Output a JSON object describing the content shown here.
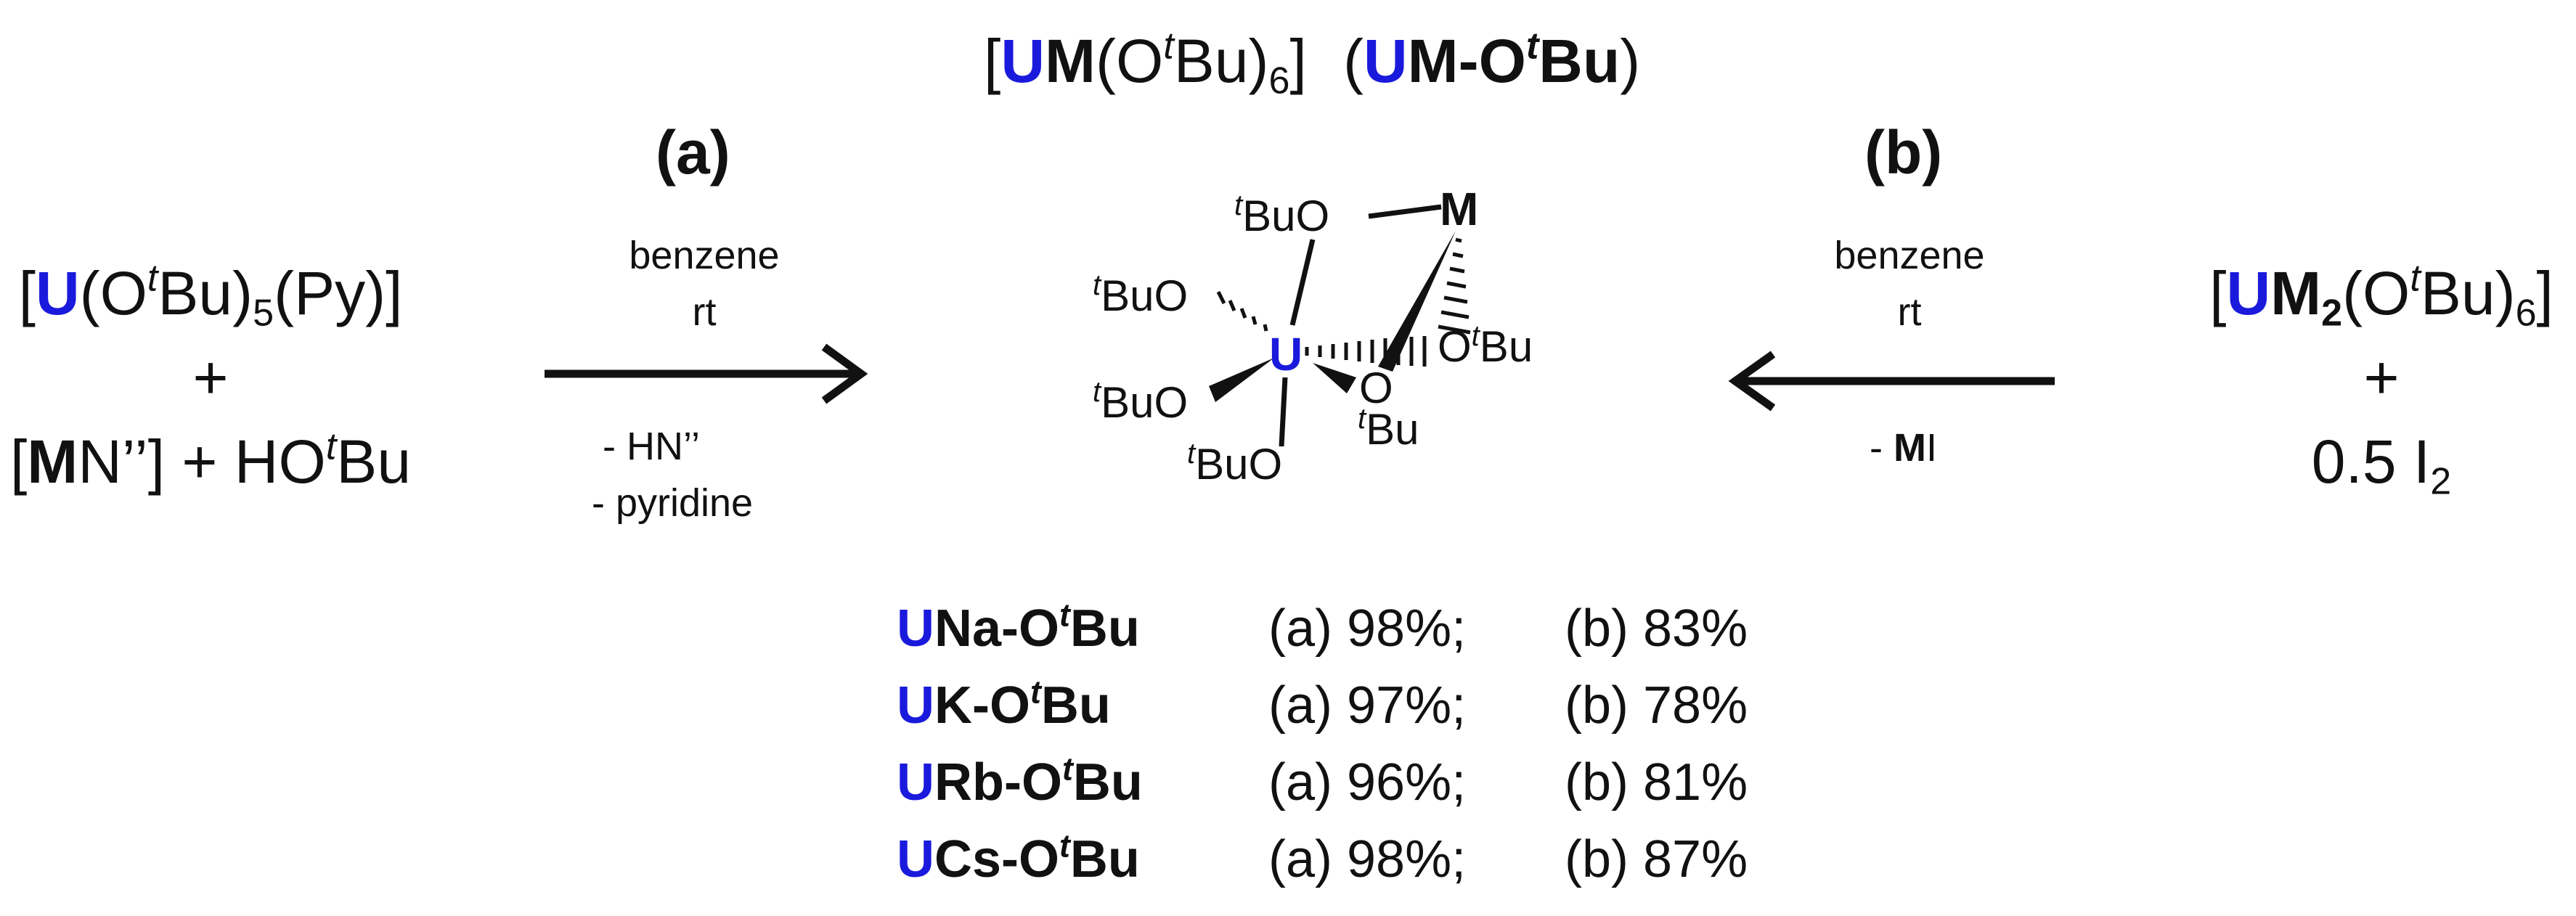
{
  "title": {
    "open": "[",
    "u": "U",
    "m": "M",
    "mid": "(O",
    "t": "t",
    "bu": "Bu)",
    "six": "6",
    "close": "]",
    "abbr_open": "(",
    "abbr_u": "U",
    "abbr_m": "M-O",
    "abbr_t": "t",
    "abbr_bu": "Bu",
    "abbr_close": ")"
  },
  "route_a": {
    "label": "(a)",
    "solvent": "benzene",
    "temp": "rt",
    "byproduct1": "-   HN’’",
    "byproduct2": "-   pyridine"
  },
  "route_b": {
    "label": "(b)",
    "solvent": "benzene",
    "temp": "rt",
    "byproduct_prefix": "- ",
    "byproduct_m": "M",
    "byproduct_rest": "I"
  },
  "reagents_left": {
    "line1_open": "[",
    "line1_u": "U",
    "line1_mid": "(O",
    "line1_t": "t",
    "line1_bu": "Bu)",
    "line1_five": "5",
    "line1_rest": "(Py)]",
    "plus": "+",
    "line3_open": "[",
    "line3_m": "M",
    "line3_rest": "N’’] + HO",
    "line3_t": "t",
    "line3_bu": "Bu"
  },
  "reagents_right": {
    "line1_open": "[",
    "line1_u": "U",
    "line1_m": "M",
    "line1_two": "2",
    "line1_mid": "(O",
    "line1_t": "t",
    "line1_bu": "Bu)",
    "line1_six": "6",
    "line1_close": "]",
    "plus": "+",
    "line3_main": "0.5 I",
    "line3_two": "2"
  },
  "structure": {
    "atom_u": "U",
    "atom_m": "M",
    "t": "t",
    "bu": "Bu",
    "o": "O",
    "bu_o": "BuO",
    "o_bu": "O"
  },
  "yields": [
    {
      "u": "U",
      "name": "Na-O",
      "t": "t",
      "bu": "Bu",
      "a": "(a) 98%;",
      "b": "(b) 83%"
    },
    {
      "u": "U",
      "name": "K-O",
      "t": "t",
      "bu": "Bu",
      "a": "(a) 97%;",
      "b": "(b) 78%"
    },
    {
      "u": "U",
      "name": "Rb-O",
      "t": "t",
      "bu": "Bu",
      "a": "(a) 96%;",
      "b": "(b) 81%"
    },
    {
      "u": "U",
      "name": "Cs-O",
      "t": "t",
      "bu": "Bu",
      "a": "(a) 98%;",
      "b": "(b) 87%"
    }
  ],
  "colors": {
    "uranium": "#1a1adc",
    "text": "#111111"
  }
}
